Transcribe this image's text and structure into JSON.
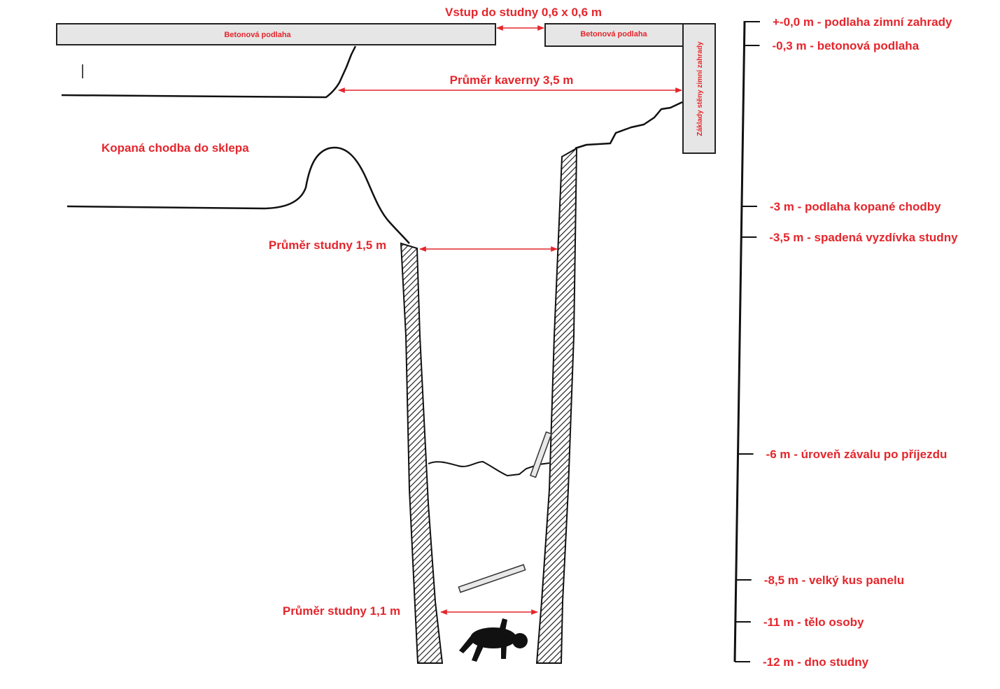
{
  "labels": {
    "entrance": "Vstup do studny 0,6 x 0,6 m",
    "slab_left": "Betonová podlaha",
    "slab_right": "Betonová podlaha",
    "foundation": "Základy stěny zimní zahrady",
    "cavern_diameter": "Průměr kaverny 3,5 m",
    "tunnel": "Kopaná chodba do sklepa",
    "well_diameter_top": "Průměr studny 1,5 m",
    "well_diameter_bottom": "Průměr studny 1,1 m"
  },
  "depth_scale": [
    {
      "depth_m": 0.0,
      "label": "+-0,0 m - podlaha zimní zahrady"
    },
    {
      "depth_m": -0.3,
      "label": "-0,3 m - betonová podlaha"
    },
    {
      "depth_m": -3.0,
      "label": "-3 m - podlaha kopané chodby"
    },
    {
      "depth_m": -3.5,
      "label": "-3,5 m - spadená vyzdívka studny"
    },
    {
      "depth_m": -6.0,
      "label": "-6 m - úroveň závalu po příjezdu"
    },
    {
      "depth_m": -8.5,
      "label": "-8,5 m - velký kus panelu"
    },
    {
      "depth_m": -11.0,
      "label": "-11 m - tělo osoby"
    },
    {
      "depth_m": -12.0,
      "label": "-12 m - dno studny"
    }
  ],
  "colors": {
    "label": "#e4262c",
    "outline": "#111111",
    "slab_fill": "#e6e6e6"
  }
}
